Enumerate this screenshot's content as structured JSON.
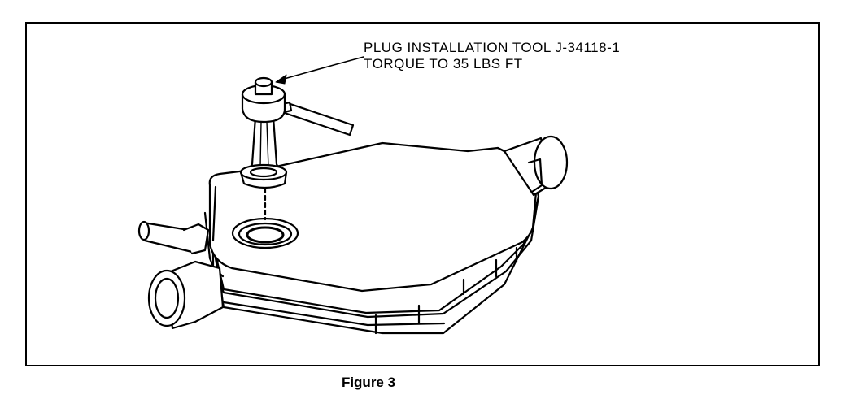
{
  "callout": {
    "line1": "PLUG INSTALLATION TOOL J-34118-1",
    "line2": "TORQUE TO 35 LBS FT"
  },
  "caption": "Figure 3",
  "colors": {
    "ink": "#000000",
    "paper": "#ffffff"
  },
  "parts": [
    "plug-installation-tool",
    "tool-handle",
    "plug",
    "plug-seat",
    "converter-body",
    "inlet-pipe",
    "outlet-pipe",
    "side-tube"
  ]
}
